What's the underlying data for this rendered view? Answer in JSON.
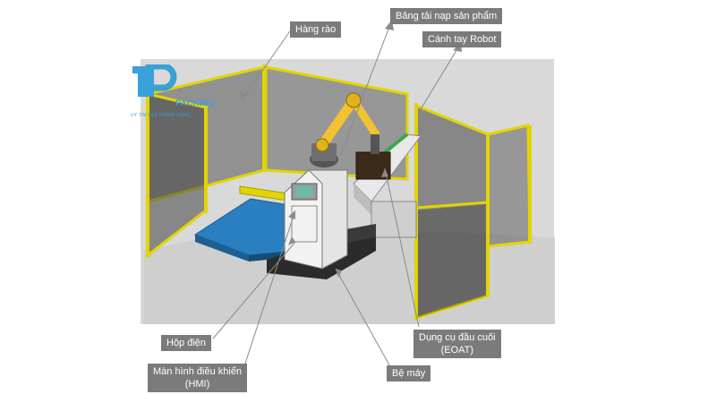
{
  "logo": {
    "brand": "PACKING",
    "tagline": "UY TÍN TẠO THÀNH CÔNG"
  },
  "labels": {
    "fence": "Hàng rào",
    "conveyor": "Băng tải nạp sản phẩm",
    "robot_arm": "Cánh tay Robot",
    "control_box": "Hộp điện",
    "hmi_line1": "Màn hình điều khiển",
    "hmi_line2": "(HMI)",
    "eoat_line1": "Dụng cụ đầu cuối",
    "eoat_line2": "(EOAT)",
    "base": "Bệ máy"
  },
  "colors": {
    "background": "#d9d9d9",
    "fence_frame": "#e2d400",
    "robot": "#f2c230",
    "label_bg": "#7b7b7b",
    "pallet": "#2a7fc0",
    "logo": "#3aa0d8"
  }
}
